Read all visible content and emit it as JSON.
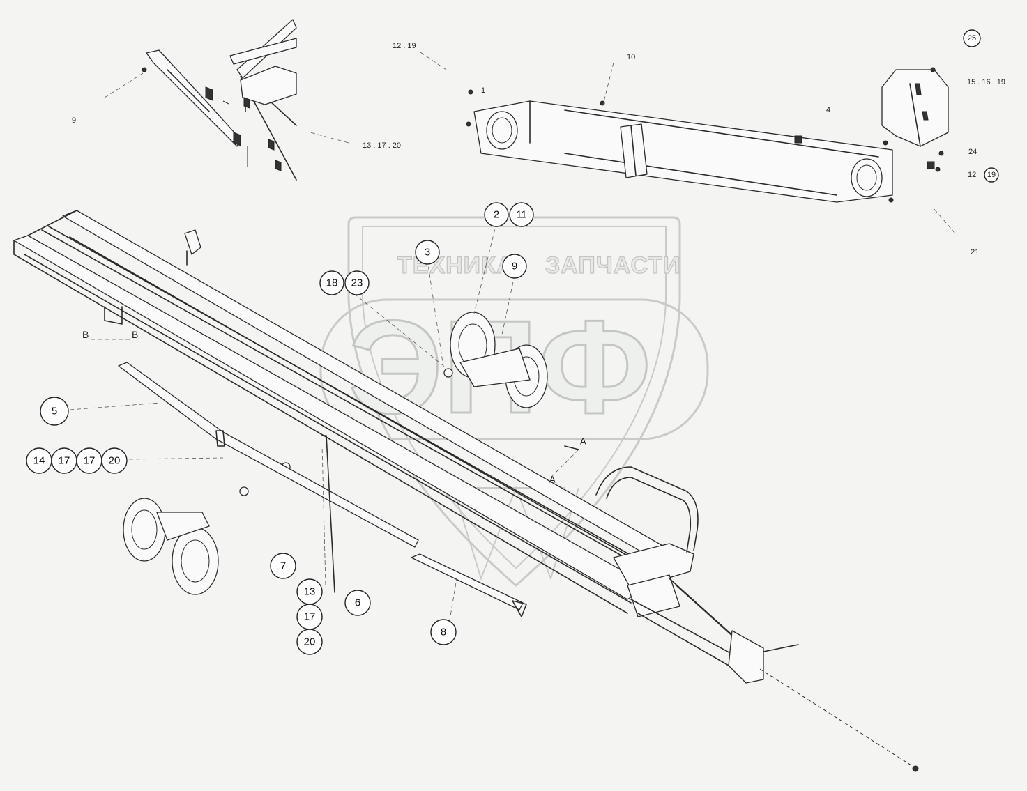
{
  "watermark": {
    "brand_left": "ТЕХНИКА",
    "brand_right": "ЗАПЧАСТИ",
    "logo": "ЭПФ"
  },
  "callouts_circled": [
    {
      "id": "c2",
      "text": "2"
    },
    {
      "id": "c11",
      "text": "11"
    },
    {
      "id": "c3",
      "text": "3"
    },
    {
      "id": "c9",
      "text": "9"
    },
    {
      "id": "c18",
      "text": "18"
    },
    {
      "id": "c23",
      "text": "23"
    },
    {
      "id": "c5",
      "text": "5"
    },
    {
      "id": "c14",
      "text": "14"
    },
    {
      "id": "c17a",
      "text": "17"
    },
    {
      "id": "c17b",
      "text": "17"
    },
    {
      "id": "c20",
      "text": "20"
    },
    {
      "id": "c7",
      "text": "7"
    },
    {
      "id": "c13",
      "text": "13"
    },
    {
      "id": "c17c",
      "text": "17"
    },
    {
      "id": "c20b",
      "text": "20"
    },
    {
      "id": "c6",
      "text": "6"
    },
    {
      "id": "c8",
      "text": "8"
    },
    {
      "id": "c25",
      "text": "25"
    }
  ],
  "callouts_plain": [
    {
      "id": "t1219",
      "text": "12 . 19"
    },
    {
      "id": "t10",
      "text": "10"
    },
    {
      "id": "t1",
      "text": "1"
    },
    {
      "id": "t9",
      "text": "9"
    },
    {
      "id": "t131720",
      "text": "13 . 17 . 20"
    },
    {
      "id": "t4",
      "text": "4"
    },
    {
      "id": "t151619",
      "text": "15 . 16 . 19"
    },
    {
      "id": "t24",
      "text": "24"
    },
    {
      "id": "t12",
      "text": "12"
    },
    {
      "id": "t19",
      "text": "19"
    },
    {
      "id": "t21",
      "text": "21"
    },
    {
      "id": "tB1",
      "text": "B"
    },
    {
      "id": "tB2",
      "text": "B"
    },
    {
      "id": "tA1",
      "text": "A"
    },
    {
      "id": "tA2",
      "text": "A"
    }
  ]
}
